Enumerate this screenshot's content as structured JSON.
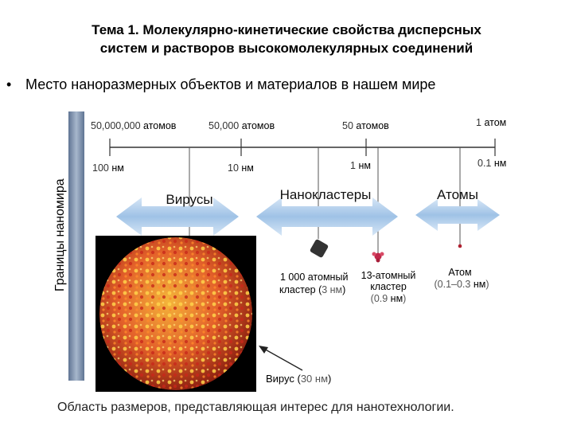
{
  "slide": {
    "title_line1": "Тема 1. Молекулярно-кинетические свойства дисперсных",
    "title_line2": "систем и растворов высокомолекулярных соединений",
    "bullet": "Место наноразмерных объектов и материалов в нашем мире"
  },
  "diagram": {
    "boundary_label": "Границы наномира",
    "scale_ticks": [
      {
        "atoms": "50,000,000",
        "atoms_unit": "атомов",
        "size": "100",
        "size_unit": "нм"
      },
      {
        "atoms": "50,000",
        "atoms_unit": "атомов",
        "size": "10",
        "size_unit": "нм"
      },
      {
        "atoms": "50",
        "atoms_unit": "атомов",
        "size": "1",
        "size_unit": "нм"
      },
      {
        "atoms": "1",
        "atoms_unit": "атом",
        "size": "0.1",
        "size_unit": "нм"
      }
    ],
    "categories": [
      "Вирусы",
      "Нанокластеры",
      "Атомы"
    ],
    "objects": {
      "cluster1000_line1": "1 000 атомный",
      "cluster1000_line2_a": "кластер (",
      "cluster1000_line2_b": "3 нм",
      "cluster1000_line2_c": ")",
      "cluster13_line1": "13-атомный",
      "cluster13_line2": "кластер",
      "cluster13_line3_a": "(0.9 ",
      "cluster13_line3_b": "нм",
      "cluster13_line3_c": ")",
      "atom_line1": "Атом",
      "atom_line2_a": "(0.1–0.3 ",
      "atom_line2_b": "нм",
      "atom_line2_c": ")",
      "virus_a": "Вирус (",
      "virus_b": "30 нм",
      "virus_c": ")"
    },
    "caption": "Область размеров, представляющая интерес для нанотехнологии.",
    "colors": {
      "arrow": "#a8c8e8",
      "bar": "#7f93b0",
      "cluster13": "#c0284a"
    }
  }
}
